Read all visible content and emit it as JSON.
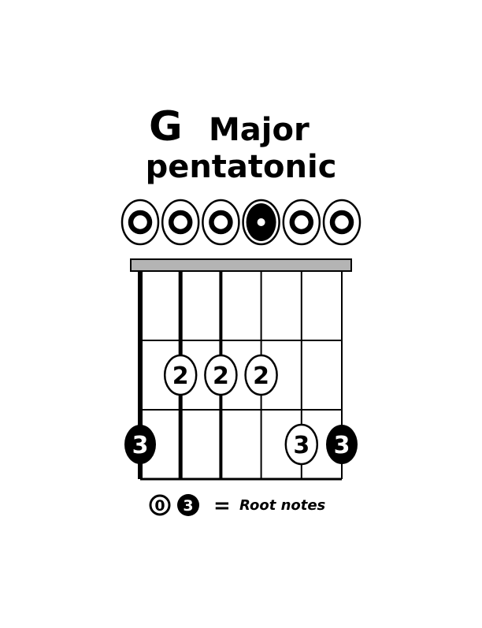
{
  "title": {
    "key": "G",
    "line1": "Major",
    "line2": "pentatonic"
  },
  "open_strings": [
    {
      "string": 6,
      "root": false
    },
    {
      "string": 5,
      "root": false
    },
    {
      "string": 4,
      "root": false
    },
    {
      "string": 3,
      "root": true
    },
    {
      "string": 2,
      "root": false
    },
    {
      "string": 1,
      "root": false
    }
  ],
  "fretboard": {
    "strings": 6,
    "frets": 3,
    "string_weights": [
      6,
      5,
      4,
      2,
      2,
      2
    ]
  },
  "notes": [
    {
      "string": 6,
      "fret": 3,
      "finger": "3",
      "root": true
    },
    {
      "string": 5,
      "fret": 2,
      "finger": "2",
      "root": false
    },
    {
      "string": 4,
      "fret": 2,
      "finger": "2",
      "root": false
    },
    {
      "string": 3,
      "fret": 2,
      "finger": "2",
      "root": false
    },
    {
      "string": 2,
      "fret": 3,
      "finger": "3",
      "root": false
    },
    {
      "string": 1,
      "fret": 3,
      "finger": "3",
      "root": true
    }
  ],
  "legend": {
    "open_root": "0",
    "fretted_root": "3",
    "equals": "=",
    "label": "Root notes"
  },
  "colors": {
    "ink": "#000000",
    "paper": "#ffffff",
    "nut": "#b4b4b4"
  }
}
